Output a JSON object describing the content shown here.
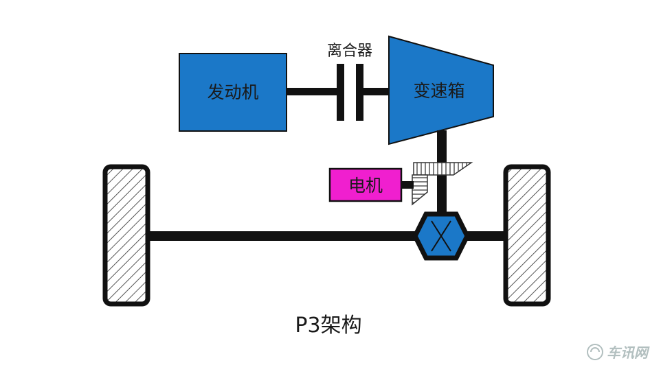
{
  "labels": {
    "engine": "发动机",
    "clutch": "离合器",
    "gearbox": "变速箱",
    "motor": "电机",
    "caption": "P3架构"
  },
  "colors": {
    "engine_fill": "#1b78c8",
    "gearbox_fill": "#1b78c8",
    "motor_fill": "#f01fcf",
    "differential_fill": "#1b78c8",
    "line": "#111111",
    "hatch": "#555555"
  },
  "watermark": {
    "logo_text": "车讯网"
  }
}
